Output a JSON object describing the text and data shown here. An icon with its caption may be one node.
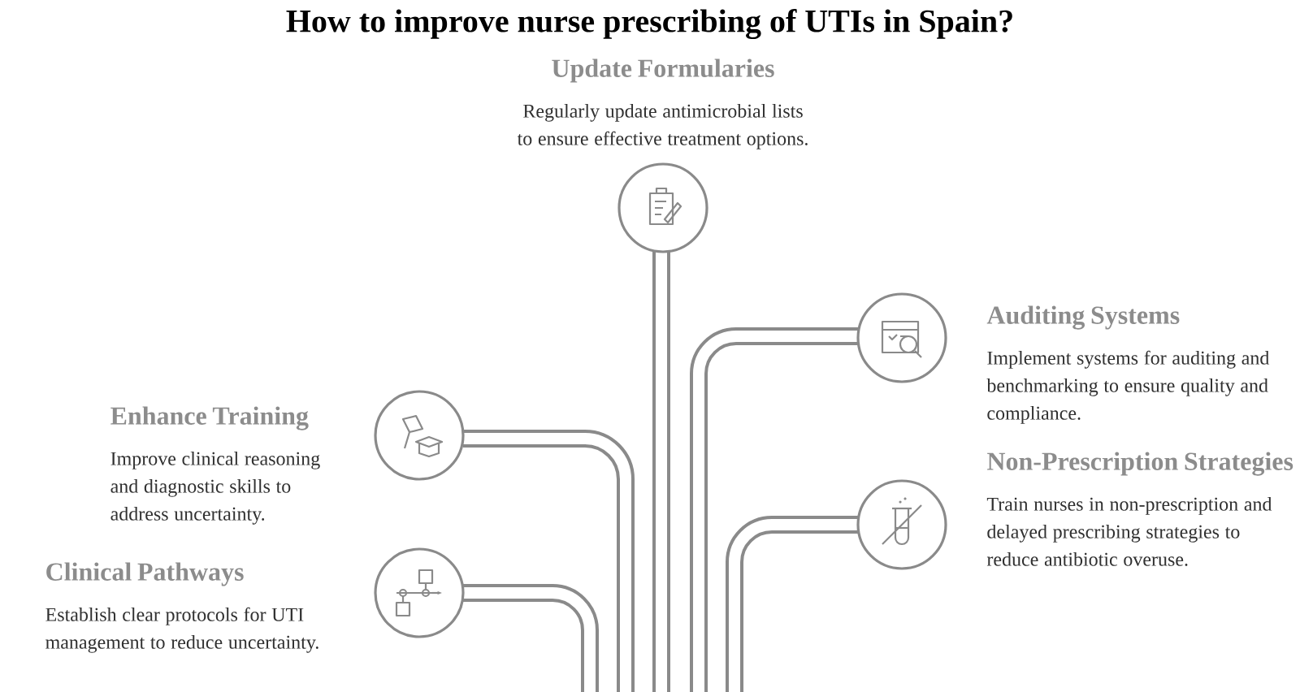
{
  "diagram": {
    "title": "How to improve nurse prescribing of UTIs in Spain?",
    "nodes": [
      {
        "text": [
          "Update Formularies",
          "Regularly update antimicrobial lists to ensure effective treatment options."
        ]
      },
      {
        "text": [
          "Auditing Systems",
          "Implement systems for auditing and benchmarking to ensure quality and compliance."
        ]
      },
      {
        "text": [
          "Enhance Training",
          "Improve clinical reasoning and diagnostic skills to address uncertainty."
        ]
      },
      {
        "text": [
          "Non-Prescription Strategies",
          "Train nurses in non-prescription and delayed prescribing strategies to reduce antibiotic overuse."
        ]
      },
      {
        "text": [
          "Clinical Pathways",
          "Establish clear protocols for UTI management to reduce uncertainty."
        ]
      }
    ]
  }
}
